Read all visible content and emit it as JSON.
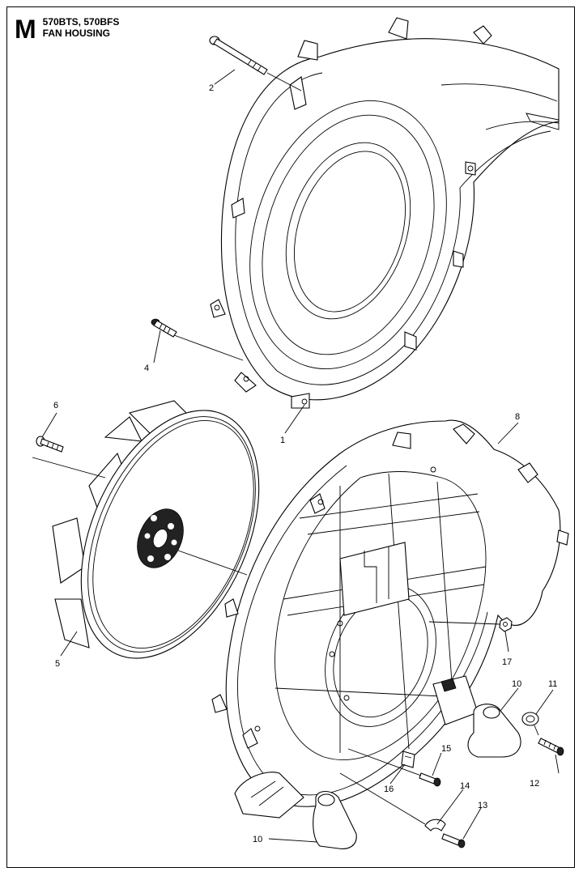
{
  "header": {
    "section_letter": "M",
    "models": "570BTS, 570BFS",
    "title": "FAN HOUSING"
  },
  "callouts": [
    {
      "id": "c2",
      "text": "2"
    },
    {
      "id": "c4",
      "text": "4"
    },
    {
      "id": "c1",
      "text": "1"
    },
    {
      "id": "c6",
      "text": "6"
    },
    {
      "id": "c8",
      "text": "8"
    },
    {
      "id": "c5",
      "text": "5"
    },
    {
      "id": "c17",
      "text": "17"
    },
    {
      "id": "c10a",
      "text": "10"
    },
    {
      "id": "c11",
      "text": "11"
    },
    {
      "id": "c15",
      "text": "15"
    },
    {
      "id": "c12",
      "text": "12"
    },
    {
      "id": "c16",
      "text": "16"
    },
    {
      "id": "c14",
      "text": "14"
    },
    {
      "id": "c13",
      "text": "13"
    },
    {
      "id": "c10b",
      "text": "10"
    }
  ]
}
